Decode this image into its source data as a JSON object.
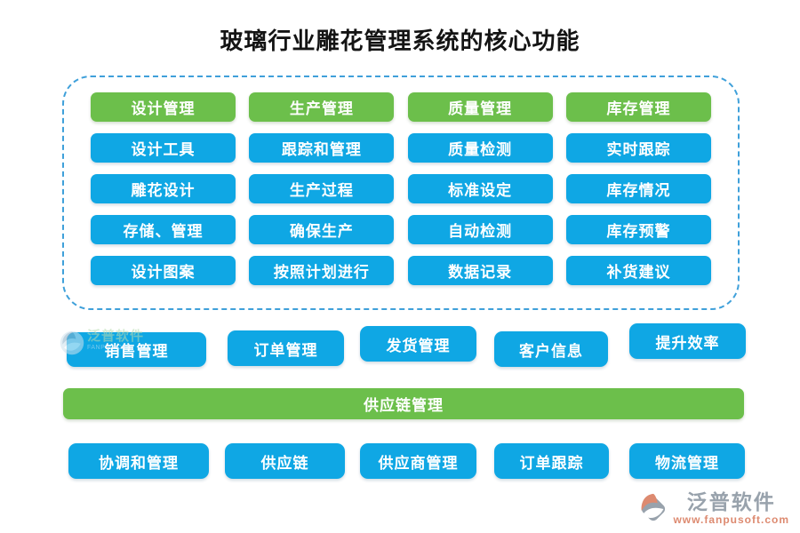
{
  "title": "玻璃行业雕花管理系统的核心功能",
  "colors": {
    "chip_blue": "#0fa7e4",
    "chip_green": "#6cbf4b",
    "panel_border": "#3fa0da",
    "logo_gray": "#98a2ac",
    "logo_salmon": "#dd8a70"
  },
  "module_grid": {
    "columns": [
      {
        "header": "设计管理",
        "items": [
          "设计工具",
          "雕花设计",
          "存储、管理",
          "设计图案"
        ]
      },
      {
        "header": "生产管理",
        "items": [
          "跟踪和管理",
          "生产过程",
          "确保生产",
          "按照计划进行"
        ]
      },
      {
        "header": "质量管理",
        "items": [
          "质量检测",
          "标准设定",
          "自动检测",
          "数据记录"
        ]
      },
      {
        "header": "库存管理",
        "items": [
          "实时跟踪",
          "库存情况",
          "库存预警",
          "补货建议"
        ]
      }
    ]
  },
  "sales_row": {
    "items": [
      "销售管理",
      "订单管理",
      "发货管理",
      "客户信息",
      "提升效率"
    ]
  },
  "supply_chain_bar": "供应链管理",
  "supply_row": {
    "items": [
      "协调和管理",
      "供应链",
      "供应商管理",
      "订单跟踪",
      "物流管理"
    ]
  },
  "watermark": {
    "name": "泛普软件",
    "sub": "FANPU SOFT"
  },
  "vendor": {
    "name": "泛普软件",
    "url": "www.fanpusoft.com"
  }
}
